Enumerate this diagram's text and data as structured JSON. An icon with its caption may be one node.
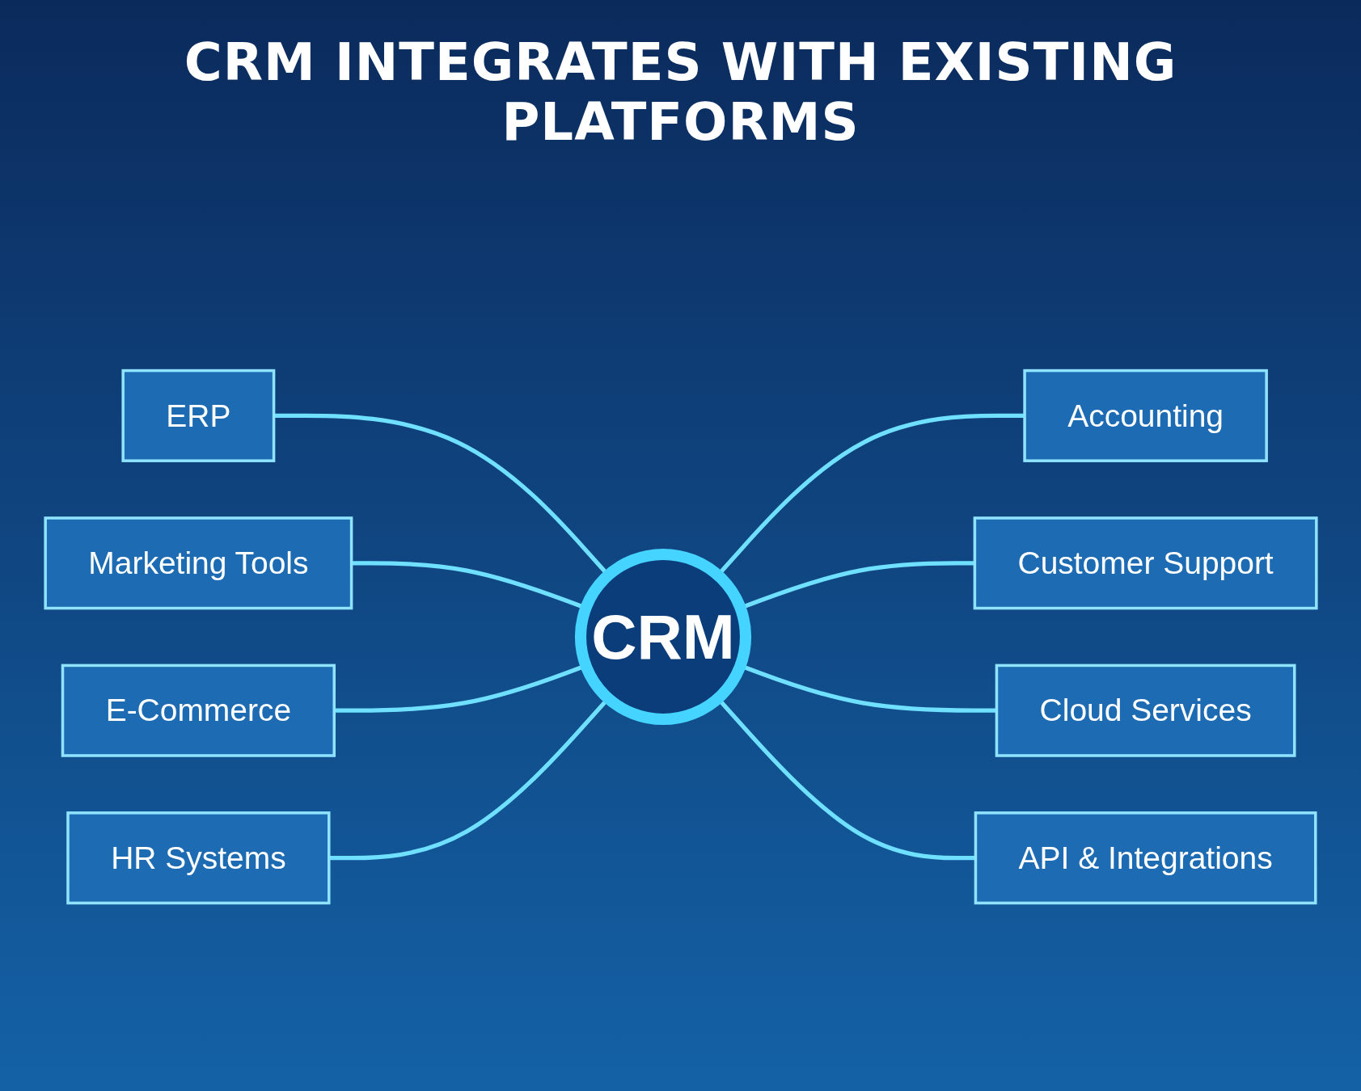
{
  "diagram": {
    "title": "CRM INTEGRATES WITH EXISTING PLATFORMS",
    "nodes": [
      {
        "text": [
          "Marketing Tools"
        ]
      },
      {
        "text": [
          "Accounting"
        ]
      },
      {
        "text": [
          "ERP"
        ]
      },
      {
        "text": [
          "Customer Support"
        ]
      },
      {
        "text": [
          "CRM"
        ]
      },
      {
        "text": [
          "E-Commerce"
        ]
      },
      {
        "text": [
          "Cloud Services"
        ]
      },
      {
        "text": [
          "HR Systems"
        ]
      },
      {
        "text": [
          "API & Integrations"
        ]
      }
    ],
    "edges": [
      {
        "from": 2,
        "to": 4,
        "arrow": "none"
      },
      {
        "from": 0,
        "to": 4,
        "arrow": "none"
      },
      {
        "from": 5,
        "to": 4,
        "arrow": "none"
      },
      {
        "from": 7,
        "to": 4,
        "arrow": "none"
      },
      {
        "from": 4,
        "to": 1,
        "arrow": "none"
      },
      {
        "from": 4,
        "to": 3,
        "arrow": "none"
      },
      {
        "from": 4,
        "to": 6,
        "arrow": "none"
      },
      {
        "from": 4,
        "to": 8,
        "arrow": "none"
      }
    ]
  }
}
